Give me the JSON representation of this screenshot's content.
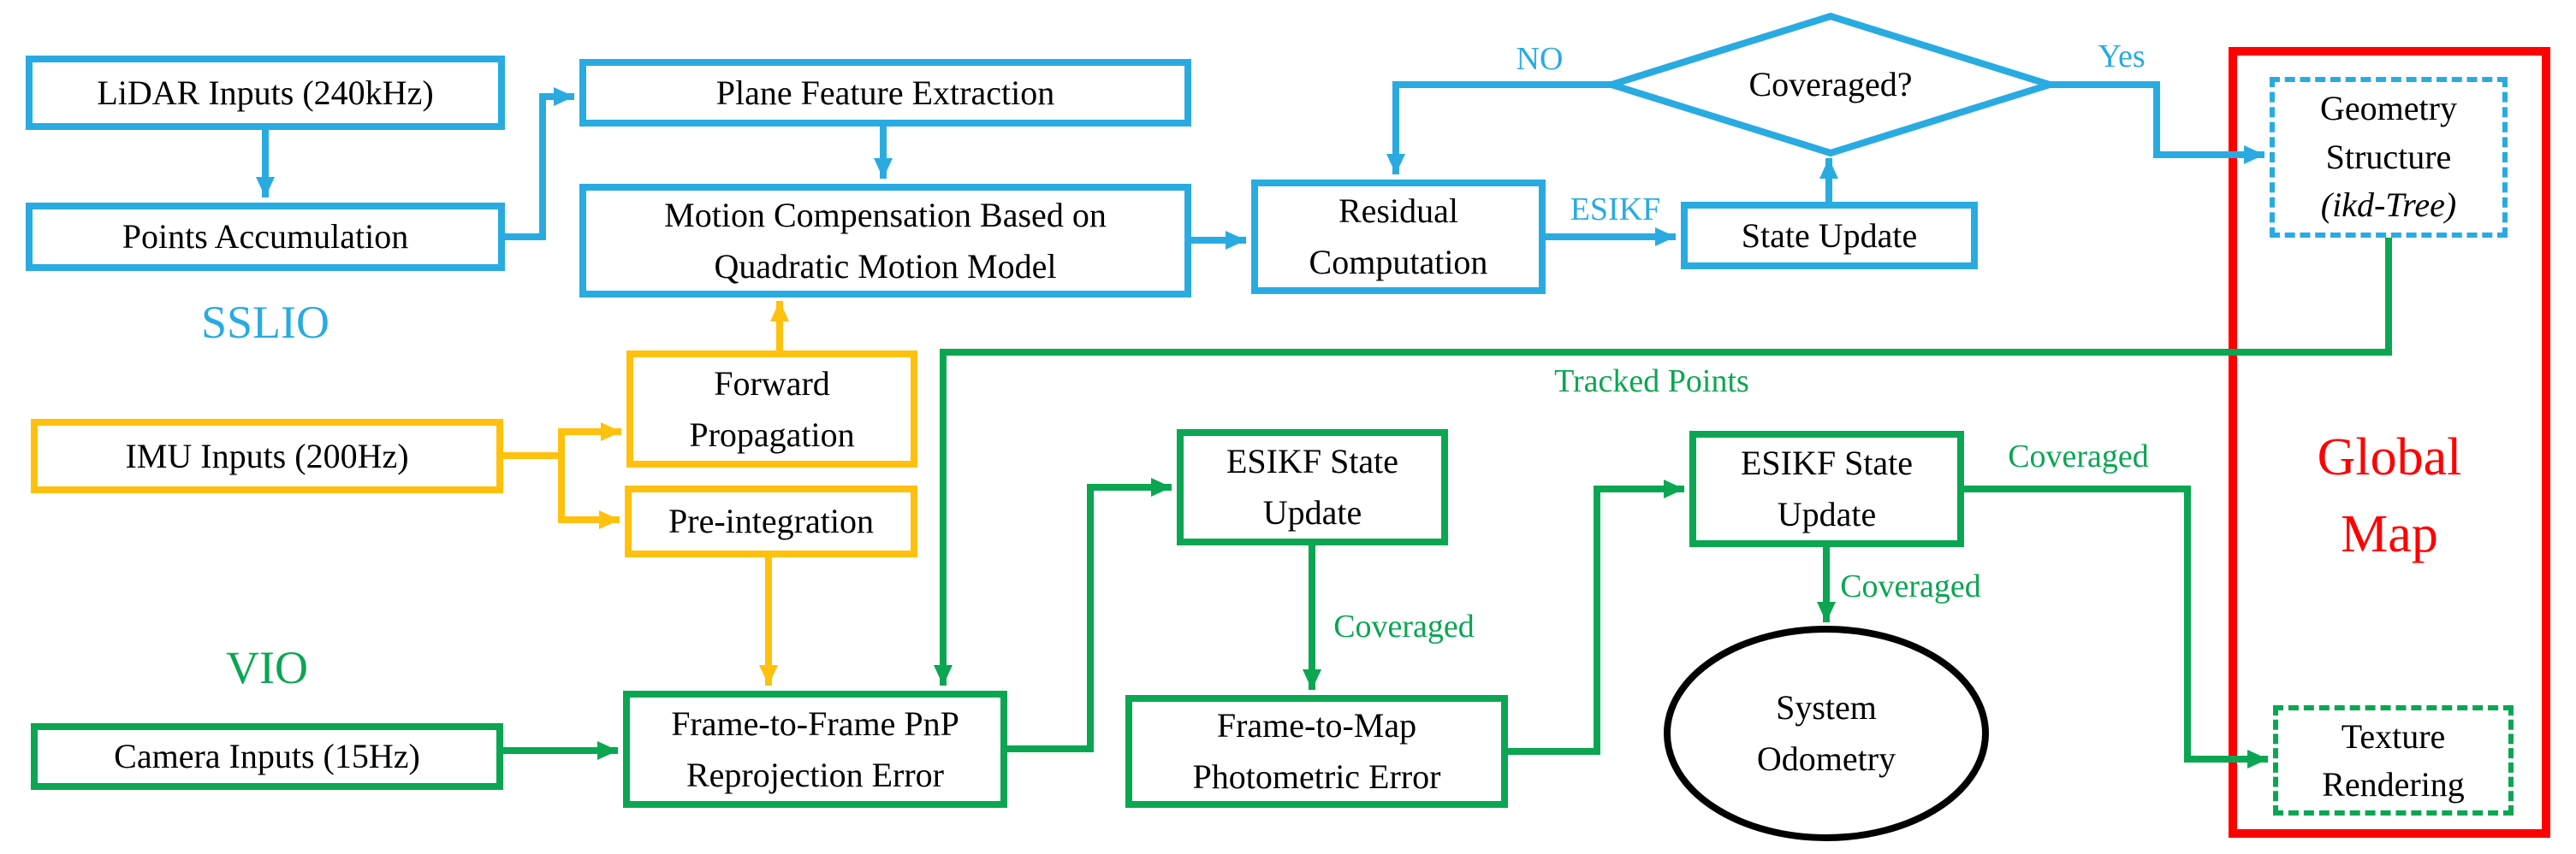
{
  "palette": {
    "blue": "#29ABE2",
    "yellow": "#FFC10E",
    "green": "#0AA652",
    "red": "#FF0000",
    "ink": "#000000"
  },
  "sslio": {
    "label": "SSLIO",
    "boxes": {
      "lidar": "LiDAR Inputs (240kHz)",
      "points": "Points Accumulation",
      "plane": "Plane Feature Extraction",
      "motion": "Motion Compensation Based on\nQuadratic Motion Model",
      "residual": "Residual\nComputation",
      "state_update": "State Update",
      "decision": "Coveraged?"
    },
    "labels": {
      "no": "NO",
      "yes": "Yes",
      "esikf": "ESIKF"
    }
  },
  "vio": {
    "label": "VIO",
    "boxes": {
      "imu": "IMU Inputs (200Hz)",
      "forward": "Forward\nPropagation",
      "preintegration": "Pre-integration",
      "camera": "Camera Inputs (15Hz)",
      "pnp": "Frame-to-Frame PnP\nReprojection Error",
      "esikf1": "ESIKF State\nUpdate",
      "photometric": "Frame-to-Map\nPhotometric Error",
      "esikf2": "ESIKF State\nUpdate",
      "odometry": "System\nOdometry"
    },
    "labels": {
      "tracked_points": "Tracked Points",
      "coveraged_down_1": "Coveraged",
      "coveraged_down_2": "Coveraged",
      "coveraged_right": "Coveraged"
    }
  },
  "global_map": {
    "title": "Global\nMap",
    "geometry": {
      "name": "Geometry\nStructure",
      "detail": "(ikd-Tree)"
    },
    "texture": "Texture\nRendering"
  }
}
